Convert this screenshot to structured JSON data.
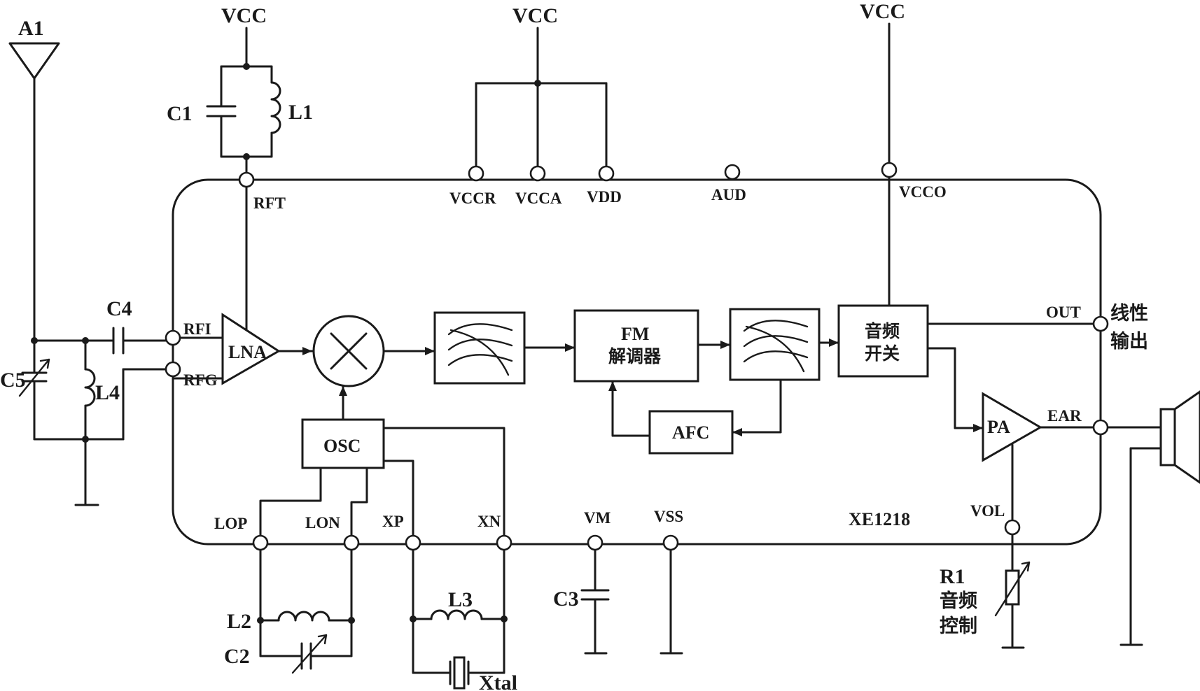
{
  "diagram": {
    "chip_name": "XE1218",
    "supply": {
      "vcc_left": "VCC",
      "vcc_mid": "VCC",
      "vcc_right": "VCC"
    },
    "pins": {
      "rft": "RFT",
      "vccr": "VCCR",
      "vcca": "VCCA",
      "vdd": "VDD",
      "aud": "AUD",
      "vcco": "VCCO",
      "rfi": "RFI",
      "rfg": "RFG",
      "out": "OUT",
      "ear": "EAR",
      "vol": "VOL",
      "lop": "LOP",
      "lon": "LON",
      "xp": "XP",
      "xn": "XN",
      "vm": "VM",
      "vss": "VSS"
    },
    "blocks": {
      "lna": "LNA",
      "osc": "OSC",
      "fm_line1": "FM",
      "fm_line2": "解调器",
      "afc": "AFC",
      "switch_line1": "音频",
      "switch_line2": "开关",
      "pa": "PA"
    },
    "components": {
      "a1": "A1",
      "c1": "C1",
      "l1": "L1",
      "c4": "C4",
      "c5": "C5",
      "l4": "L4",
      "l2": "L2",
      "c2": "C2",
      "l3": "L3",
      "xtal": "Xtal",
      "c3": "C3",
      "r1": "R1"
    },
    "notes": {
      "linear_out_1": "线性",
      "linear_out_2": "输出",
      "audio_ctrl_1": "音频",
      "audio_ctrl_2": "控制"
    }
  }
}
